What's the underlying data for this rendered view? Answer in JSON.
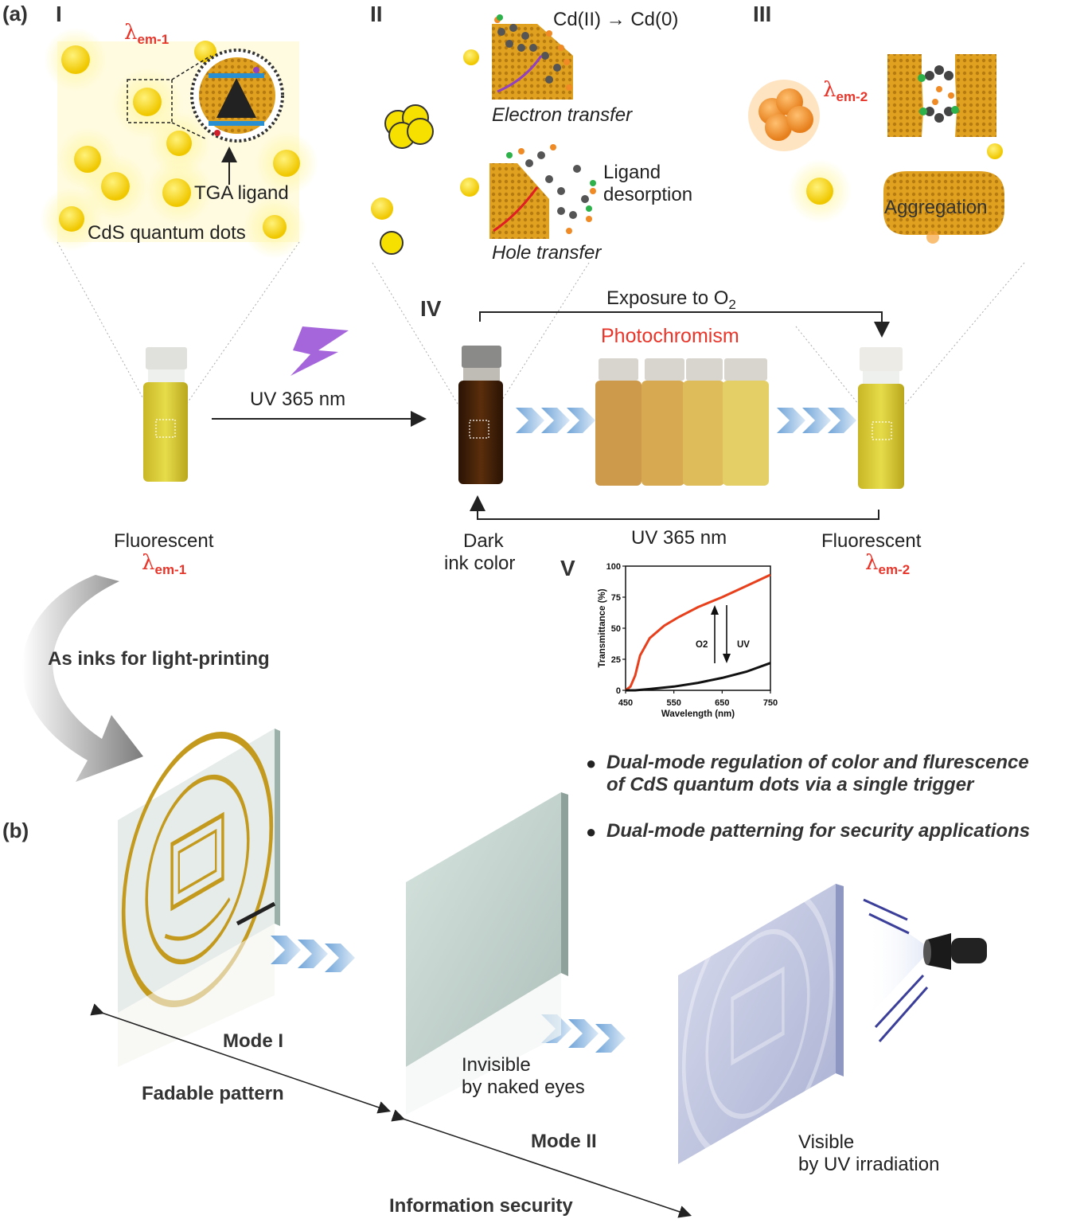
{
  "panels": {
    "a_label": "(a)",
    "b_label": "(b)",
    "I": "I",
    "II": "II",
    "III": "III",
    "IV": "IV",
    "V": "V"
  },
  "panel_I": {
    "lambda_symbol": "λ",
    "lambda_sub": "em-1",
    "tga_ligand": "TGA ligand",
    "cds_qd": "CdS quantum dots"
  },
  "panel_II": {
    "cd_reaction": "Cd(II) → Cd(0)",
    "electron_transfer": "Electron transfer",
    "ligand_desorption_1": "Ligand",
    "ligand_desorption_2": "desorption",
    "hole_transfer": "Hole transfer"
  },
  "panel_III": {
    "lambda_symbol": "λ",
    "lambda_sub": "em-2",
    "aggregation": "Aggregation"
  },
  "panel_IV": {
    "uv_top": "UV 365  nm",
    "exposure_prefix": "Exposure to O",
    "exposure_sub": "2",
    "photochromism": "Photochromism",
    "uv_bottom": "UV 365  nm",
    "fluorescent_left": "Fluorescent",
    "lambda_left_symbol": "λ",
    "lambda_left_sub": "em-1",
    "dark_1": "Dark",
    "dark_2": "ink color",
    "fluorescent_right": "Fluorescent",
    "lambda_right_symbol": "λ",
    "lambda_right_sub": "em-2"
  },
  "chart_data": {
    "type": "line",
    "xlabel": "Wavelength (nm)",
    "ylabel": "Transmittance (%)",
    "xlim": [
      450,
      750
    ],
    "ylim": [
      0,
      100
    ],
    "xticks": [
      450,
      550,
      650,
      750
    ],
    "yticks": [
      0,
      25,
      50,
      75,
      100
    ],
    "annotations": [
      "O2",
      "UV"
    ],
    "series": [
      {
        "color": "#e8401c",
        "x": [
          450,
          460,
          470,
          480,
          500,
          530,
          560,
          600,
          650,
          700,
          750
        ],
        "y": [
          0,
          3,
          12,
          28,
          42,
          52,
          59,
          67,
          75,
          84,
          93
        ]
      },
      {
        "color": "#111111",
        "x": [
          450,
          470,
          500,
          550,
          600,
          650,
          700,
          750
        ],
        "y": [
          0,
          0,
          1,
          3,
          6,
          10,
          15,
          22
        ]
      }
    ]
  },
  "mid": {
    "inks": "As inks for light-printing"
  },
  "bullets": [
    {
      "line1": "Dual-mode regulation of color and flurescence",
      "line2": "of CdS  quantum dots via a single trigger"
    },
    {
      "line1": "Dual-mode patterning for security applications",
      "line2": ""
    }
  ],
  "panel_b": {
    "mode1": "Mode I",
    "fadable": "Fadable pattern",
    "invisible_1": "Invisible",
    "invisible_2": "by naked eyes",
    "mode2": "Mode II",
    "info": "Information security",
    "visible_1": "Visible",
    "visible_2": "by UV irradiation"
  },
  "colors": {
    "accent_red": "#e8352a",
    "qd_yellow": "#f5d800",
    "dark_ink": "#3b1c08",
    "chevron_blue": "#8ab6e2"
  }
}
